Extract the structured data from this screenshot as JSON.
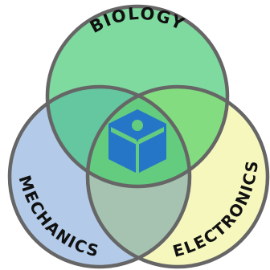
{
  "diagram": {
    "circles": [
      {
        "id": "biology",
        "label": "BIOLOGY",
        "fill": "#7fda9f"
      },
      {
        "id": "mechanics",
        "label": "MECHANICS",
        "fill": "#b3cbe9"
      },
      {
        "id": "electronics",
        "label": "ELECTRONICS",
        "fill": "#f6f7bd"
      }
    ],
    "overlaps": {
      "biology_mechanics": "#64c79f",
      "biology_electronics": "#83dc7f",
      "mechanics_electronics": "#a6c2b0",
      "center": "#63cc7f"
    },
    "outline_color": "#666666",
    "center_icon": {
      "name": "cube-icon",
      "color": "#2676c8"
    }
  }
}
